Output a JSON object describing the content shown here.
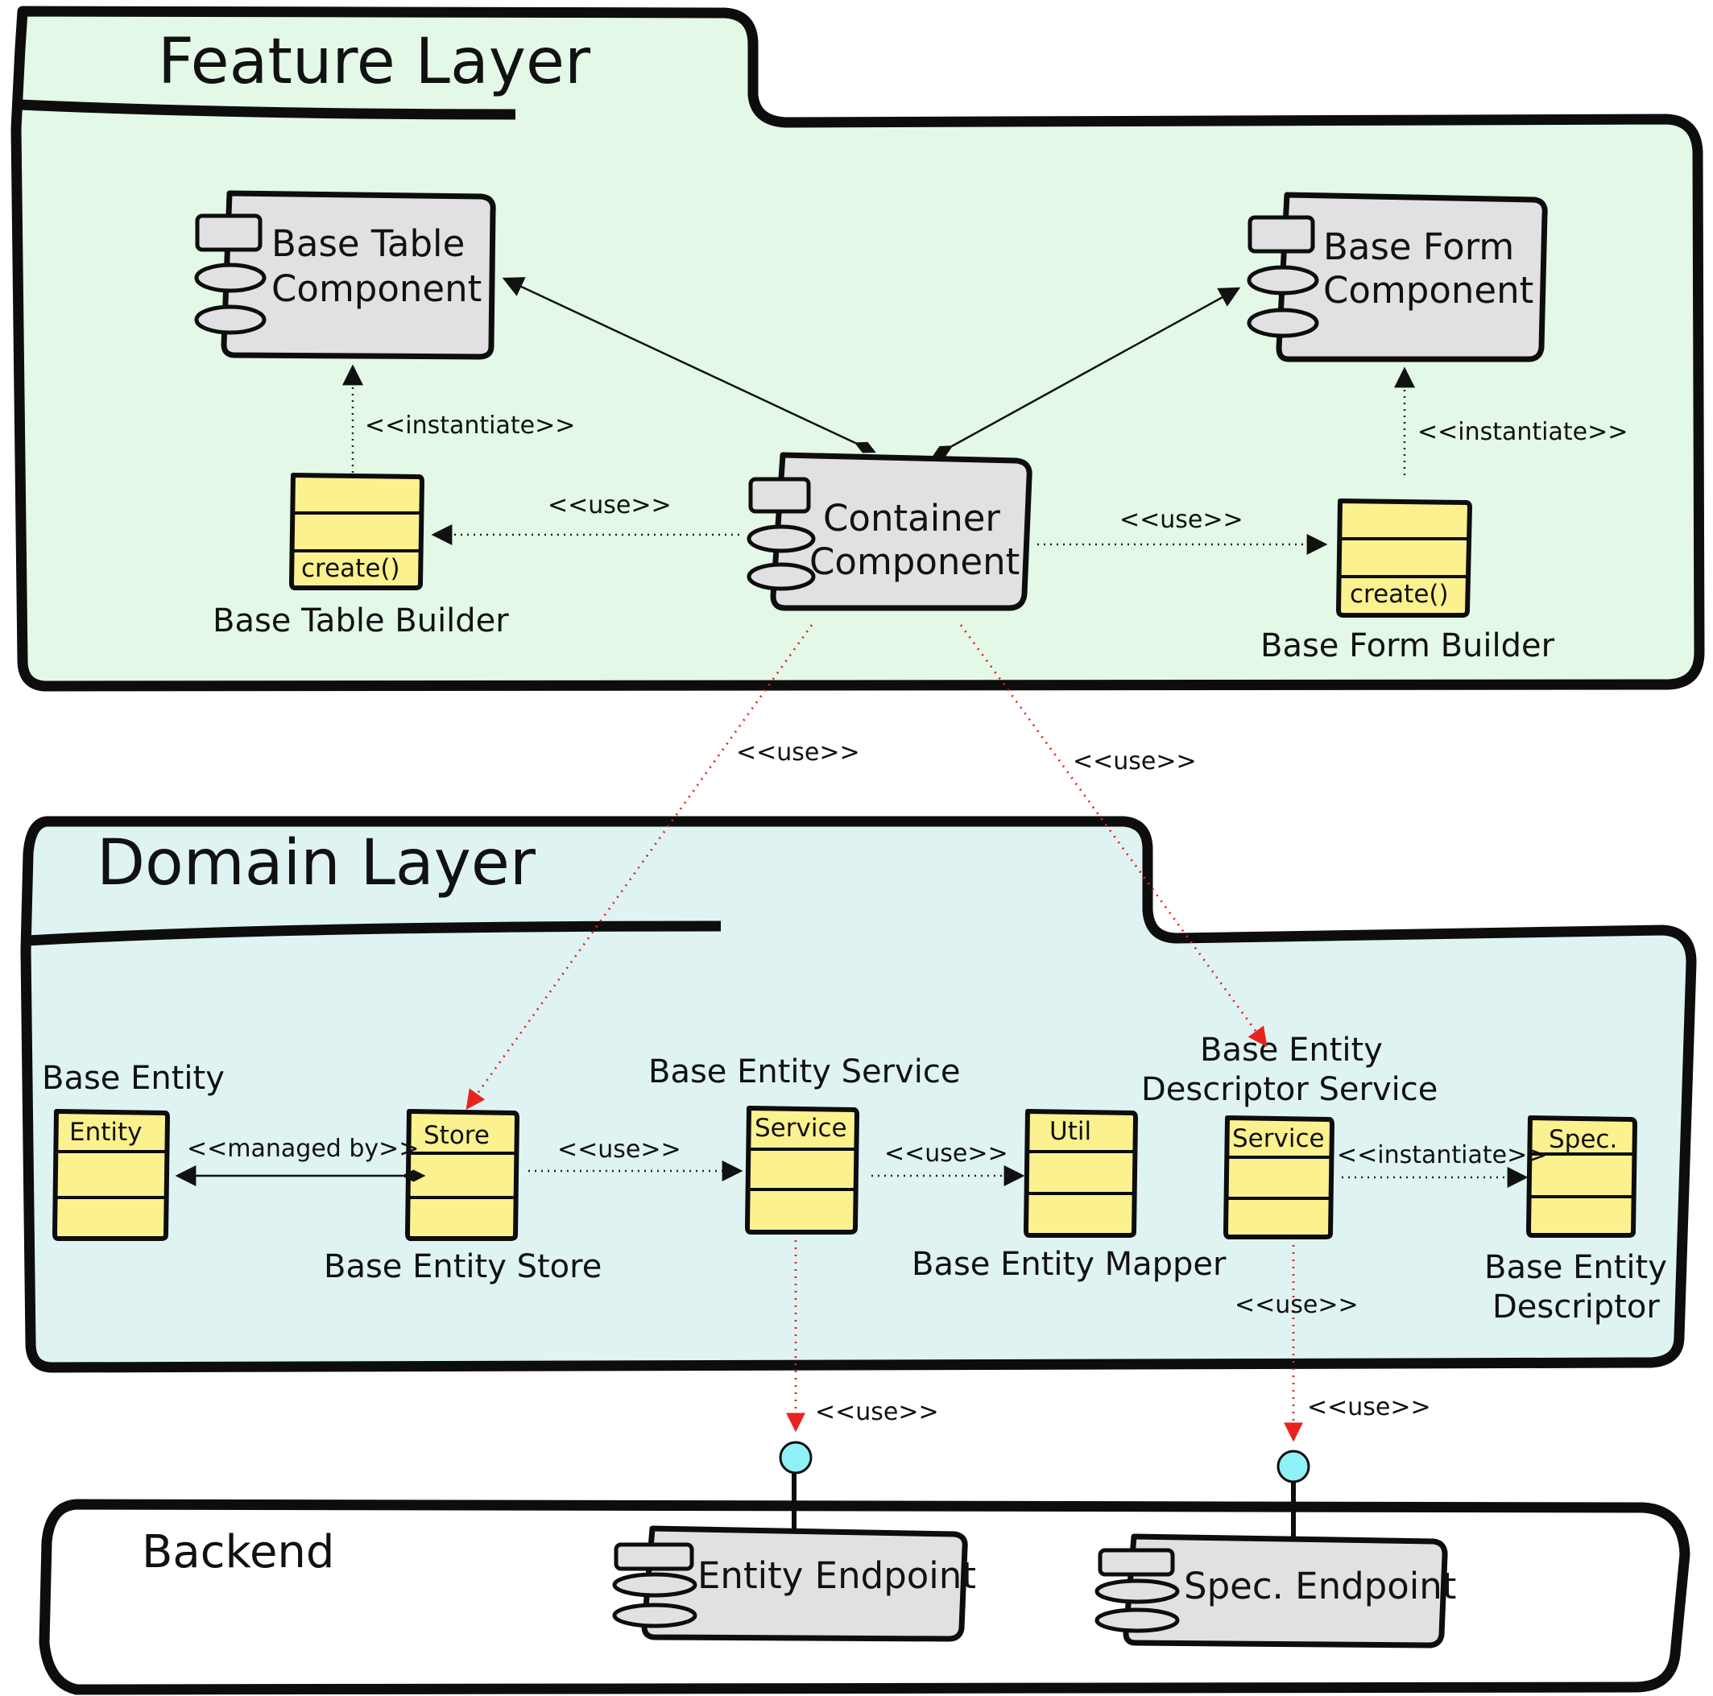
{
  "layers": {
    "feature": {
      "title": "Feature Layer"
    },
    "domain": {
      "title": "Domain Layer"
    },
    "backend": {
      "title": "Backend"
    }
  },
  "components": {
    "base_table": {
      "line1": "Base Table",
      "line2": "Component"
    },
    "base_form": {
      "line1": "Base Form",
      "line2": "Component"
    },
    "container": {
      "line1": "Container",
      "line2": "Component"
    },
    "entity_endpoint": {
      "label": "Entity Endpoint"
    },
    "spec_endpoint": {
      "label": "Spec. Endpoint"
    }
  },
  "builders": {
    "table": {
      "method": "create()",
      "name": "Base Table Builder"
    },
    "form": {
      "method": "create()",
      "name": "Base Form Builder"
    }
  },
  "classes": {
    "entity": {
      "stereotype": "Entity",
      "name": "Base Entity"
    },
    "store": {
      "stereotype": "Store",
      "name": "Base Entity Store"
    },
    "service": {
      "stereotype": "Service",
      "name": "Base Entity Service"
    },
    "util": {
      "stereotype": "Util",
      "name": "Base Entity Mapper"
    },
    "descriptor_service": {
      "stereotype": "Service",
      "name_line1": "Base Entity",
      "name_line2": "Descriptor Service"
    },
    "spec": {
      "stereotype": "Spec.",
      "name_line1": "Base Entity",
      "name_line2": "Descriptor"
    }
  },
  "relations": {
    "instantiate_table": "<<instantiate>>",
    "instantiate_form": "<<instantiate>>",
    "use_table_builder": "<<use>>",
    "use_form_builder": "<<use>>",
    "use_container_store": "<<use>>",
    "use_container_descriptor": "<<use>>",
    "managed_by": "<<managed by>>",
    "use_store_service": "<<use>>",
    "use_service_util": "<<use>>",
    "instantiate_spec": "<<instantiate>>",
    "use_service_endpoint": "<<use>>",
    "use_descriptor_endpoint_a": "<<use>>",
    "use_descriptor_endpoint_b": "<<use>>"
  },
  "colors": {
    "feature_fill": "#e3f8e6",
    "domain_fill": "#dff3f2",
    "backend_fill": "#ffffff",
    "component_fill": "#e1e1e3",
    "class_fill": "#fbf18e",
    "interface_fill": "#8ff0f6",
    "cross_layer_arrow": "#e8231e"
  }
}
